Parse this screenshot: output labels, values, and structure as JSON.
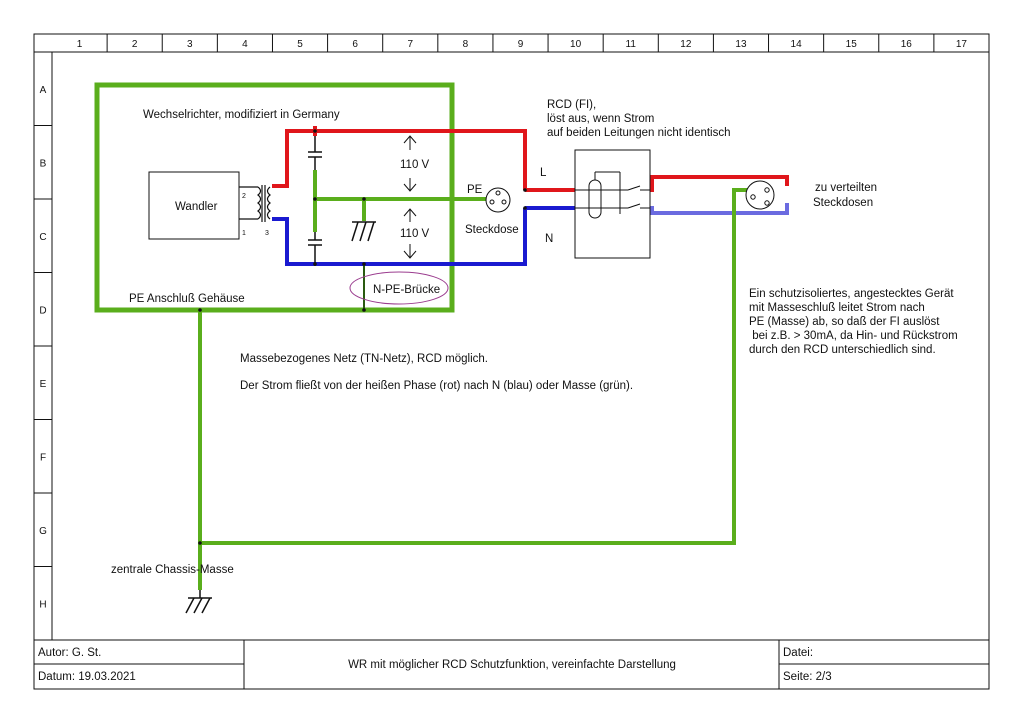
{
  "grid": {
    "columns": [
      "1",
      "2",
      "3",
      "4",
      "5",
      "6",
      "7",
      "8",
      "9",
      "10",
      "11",
      "12",
      "13",
      "14",
      "15",
      "16",
      "17"
    ],
    "rows": [
      "A",
      "B",
      "C",
      "D",
      "E",
      "F",
      "G",
      "H"
    ]
  },
  "labels": {
    "inverter_title": "Wechselrichter, modifiziert in Germany",
    "converter": "Wandler",
    "voltage_top": "110 V",
    "voltage_bottom": "110 V",
    "pe_housing": "PE Anschluß Gehäuse",
    "n_pe_bridge": "N-PE-Brücke",
    "pe": "PE",
    "socket": "Steckdose",
    "line_l": "L",
    "line_n": "N",
    "rcd_title": "RCD (FI),",
    "rcd_line2": "löst aus, wenn Strom",
    "rcd_line3": "auf beiden Leitungen nicht identisch",
    "distributed_line1": "zu verteilten",
    "distributed_line2": "Steckdosen",
    "description1": "Massebezogenes Netz (TN-Netz), RCD möglich.",
    "description2": "Der Strom fließt von der heißen Phase (rot) nach N (blau) oder Masse (grün).",
    "note_line1": "Ein schutzisoliertes, angestecktes Gerät",
    "note_line2": "mit Masseschluß leitet Strom nach",
    "note_line3": "PE (Masse) ab, so daß der FI auslöst",
    "note_line4": " bei z.B. > 30mA, da Hin- und Rückstrom",
    "note_line5": "durch den RCD unterschiedlich sind.",
    "chassis_ground": "zentrale Chassis-Masse",
    "pin2": "2",
    "pin1": "1",
    "pin3": "3"
  },
  "title_block": {
    "author": "Autor: G. St.",
    "date": "Datum: 19.03.2021",
    "title": "WR mit möglicher RCD Schutzfunktion, vereinfachte Darstellung",
    "file": "Datei:",
    "page": "Seite: 2/3"
  },
  "colors": {
    "phase": "#e0161b",
    "neutral": "#1a1ad0",
    "neutral_light": "#6b6be0",
    "earth": "#5aae1c",
    "outline": "#9b3d8f",
    "frame": "#111111"
  }
}
